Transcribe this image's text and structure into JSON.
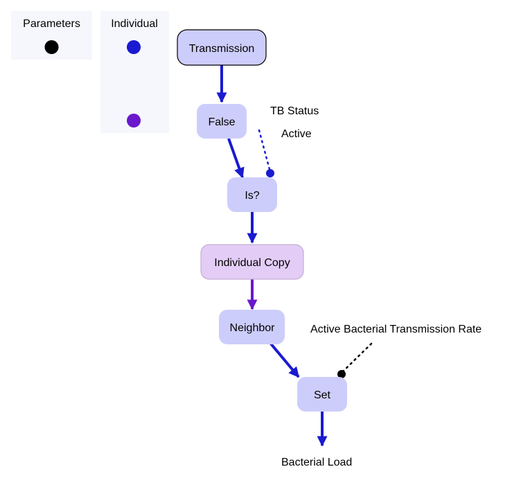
{
  "legend": {
    "groups": [
      {
        "label": "Parameters",
        "dots": [
          "#000000"
        ]
      },
      {
        "label": "Individual",
        "dots": [
          "#1a1ad0",
          "#6a18cc"
        ]
      }
    ]
  },
  "nodes": {
    "transmission": "Transmission",
    "false": "False",
    "is": "Is?",
    "individual_copy": "Individual Copy",
    "neighbor": "Neighbor",
    "set": "Set"
  },
  "labels": {
    "tb_status": "TB Status",
    "active": "Active",
    "rate": "Active Bacterial Transmission Rate",
    "bacterial_load": "Bacterial Load"
  },
  "colors": {
    "blue_edge": "#1a1ad0",
    "purple_edge": "#6a18cc",
    "node_fill": "#cdcdfb",
    "copy_fill": "#e3cdf6",
    "legend_bg": "#f6f7fd"
  }
}
